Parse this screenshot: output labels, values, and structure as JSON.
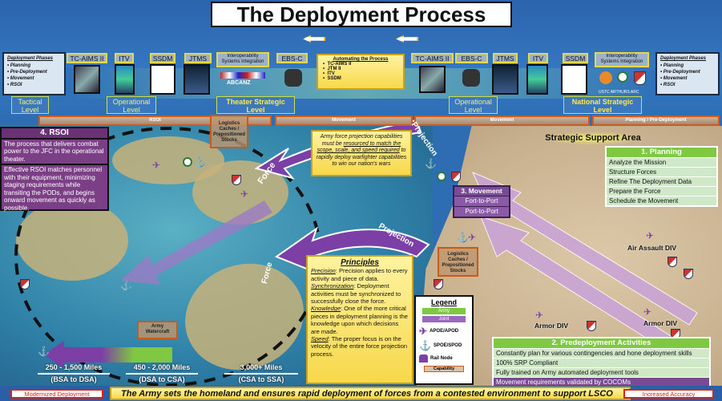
{
  "title": "The Deployment Process",
  "phases_box": {
    "heading": "Deployment Phases",
    "items": [
      "Planning",
      "Pre-Deployment",
      "Movement",
      "RSOI"
    ]
  },
  "systems_left": [
    "TC-AIMS II",
    "ITV",
    "SSDM",
    "JTMS",
    "Interoperability Systems Integration",
    "EBS-C"
  ],
  "systems_right": [
    "TC-AIMS II",
    "EBS-C",
    "JTMS",
    "ITV",
    "SSDM",
    "Interoperability Systems Integration"
  ],
  "abcanz": "ABCANZ",
  "agency_labels": "USTC   ARTHURS   ARC",
  "automating": {
    "heading": "Automating the Process",
    "items": [
      "TC-AIMS II",
      "JTM II",
      "ITV",
      "SSDM"
    ]
  },
  "levels": {
    "tactical": "Tactical Level",
    "operational_left": "Operational Level",
    "theater": "Theater Strategic Level",
    "operational_right": "Operational Level",
    "national": "National Strategic Level"
  },
  "phase_bar": {
    "rsoi": "RSOI",
    "movement": "Movement",
    "planning": "Planning / Pre-Deployment"
  },
  "rsoi": {
    "heading": "4. RSOI",
    "p1": "The process that delivers combat power to the JFC in the operational theater.",
    "p2": "Effective RSOI matches personnel with their equipment, minimizing staging requirements while transiting the PODs, and begins onward movement as quickly as possible."
  },
  "force_projection_box": {
    "pre": "Army force projection capabilities must be ",
    "u": "resourced to match the scope, scale, and speed required",
    "post": " to rapidly deploy warfighter capabilities to win our nation's wars"
  },
  "arrow_labels": {
    "force": "Force",
    "projection": "Projection"
  },
  "strategic_support_area": "Strategic Support Area",
  "planning": {
    "heading": "1. Planning",
    "items": [
      "Analyze the Mission",
      "Structure Forces",
      "Refine The Deployment Data",
      "Prepare the Force",
      "Schedule the Movement"
    ]
  },
  "movement": {
    "heading": "3. Movement",
    "items": [
      "Fort-to-Port",
      "Port-to-Port"
    ]
  },
  "logistics_label": "Logistics Caches / Prepositioned Stocks",
  "watercraft_label": "Army Watercraft",
  "principles": {
    "heading": "Principles",
    "items": [
      {
        "term": "Precision",
        "text": ": Precision applies to every activity and piece of data."
      },
      {
        "term": "Synchronization",
        "text": ": Deployment activities must be synchronized to successfully close the force."
      },
      {
        "term": "Knowledge",
        "text": ": One of the more critical pieces in deployment planning is the knowledge upon which decisions are made."
      },
      {
        "term": "Speed",
        "text": ": The proper focus is on the velocity of the entire force projection process."
      }
    ]
  },
  "legend": {
    "heading": "Legend",
    "army": "Army",
    "joint": "Joint",
    "apoe": "APOE/APOD",
    "spoe": "SPOE/SPOD",
    "rail": "Rail Node",
    "capability": "Capability",
    "army_color": "#7ec842",
    "joint_color": "#9b6ac0"
  },
  "divisions": {
    "air_assault": "Air Assault DIV",
    "armor1": "Armor DIV",
    "armor2": "Armor DIV"
  },
  "predeployment": {
    "heading": "2. Predeployment Activities",
    "items": [
      "Constantly plan for various contingencies and hone deployment skills",
      "100% SRP Compliant",
      "Fully trained on Army automated deployment tools",
      "Movement requirements validated by COCOMs"
    ]
  },
  "distances": [
    {
      "miles": "250 - 1,500 Miles",
      "span": "(BSA to DSA)"
    },
    {
      "miles": "450 - 2,000 Miles",
      "span": "(DSA to CSA)"
    },
    {
      "miles": "3,000+ Miles",
      "span": "(CSA to SSA)"
    }
  ],
  "bottom": {
    "left": "Modernized Deployment",
    "banner": "The Army sets the homeland and ensures rapid deployment of forces from a contested environment to support LSCO",
    "right": "Increased Accuracy"
  }
}
